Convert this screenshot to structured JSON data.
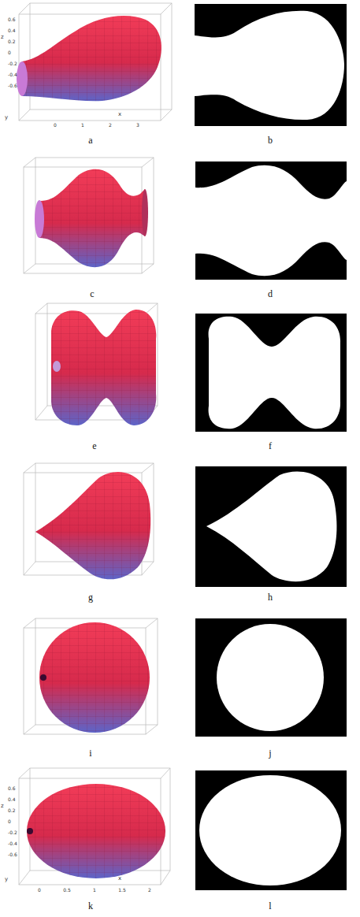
{
  "diagram": {
    "labels": [
      "z",
      "0.6",
      "0.4",
      "0.2",
      "0",
      "-0.2",
      "-0.4",
      "-0.6",
      "x",
      "0",
      "1",
      "2",
      "3",
      "y",
      "a",
      "b",
      "c",
      "d",
      "e",
      "f",
      "g",
      "h",
      "i",
      "j",
      "z",
      "0.6",
      "0.4",
      "0.2",
      "0",
      "-0.2",
      "-0.4",
      "-0.6",
      "x",
      "0",
      "0.5",
      "1",
      "1.5",
      "2",
      "y",
      "k",
      "l"
    ]
  }
}
